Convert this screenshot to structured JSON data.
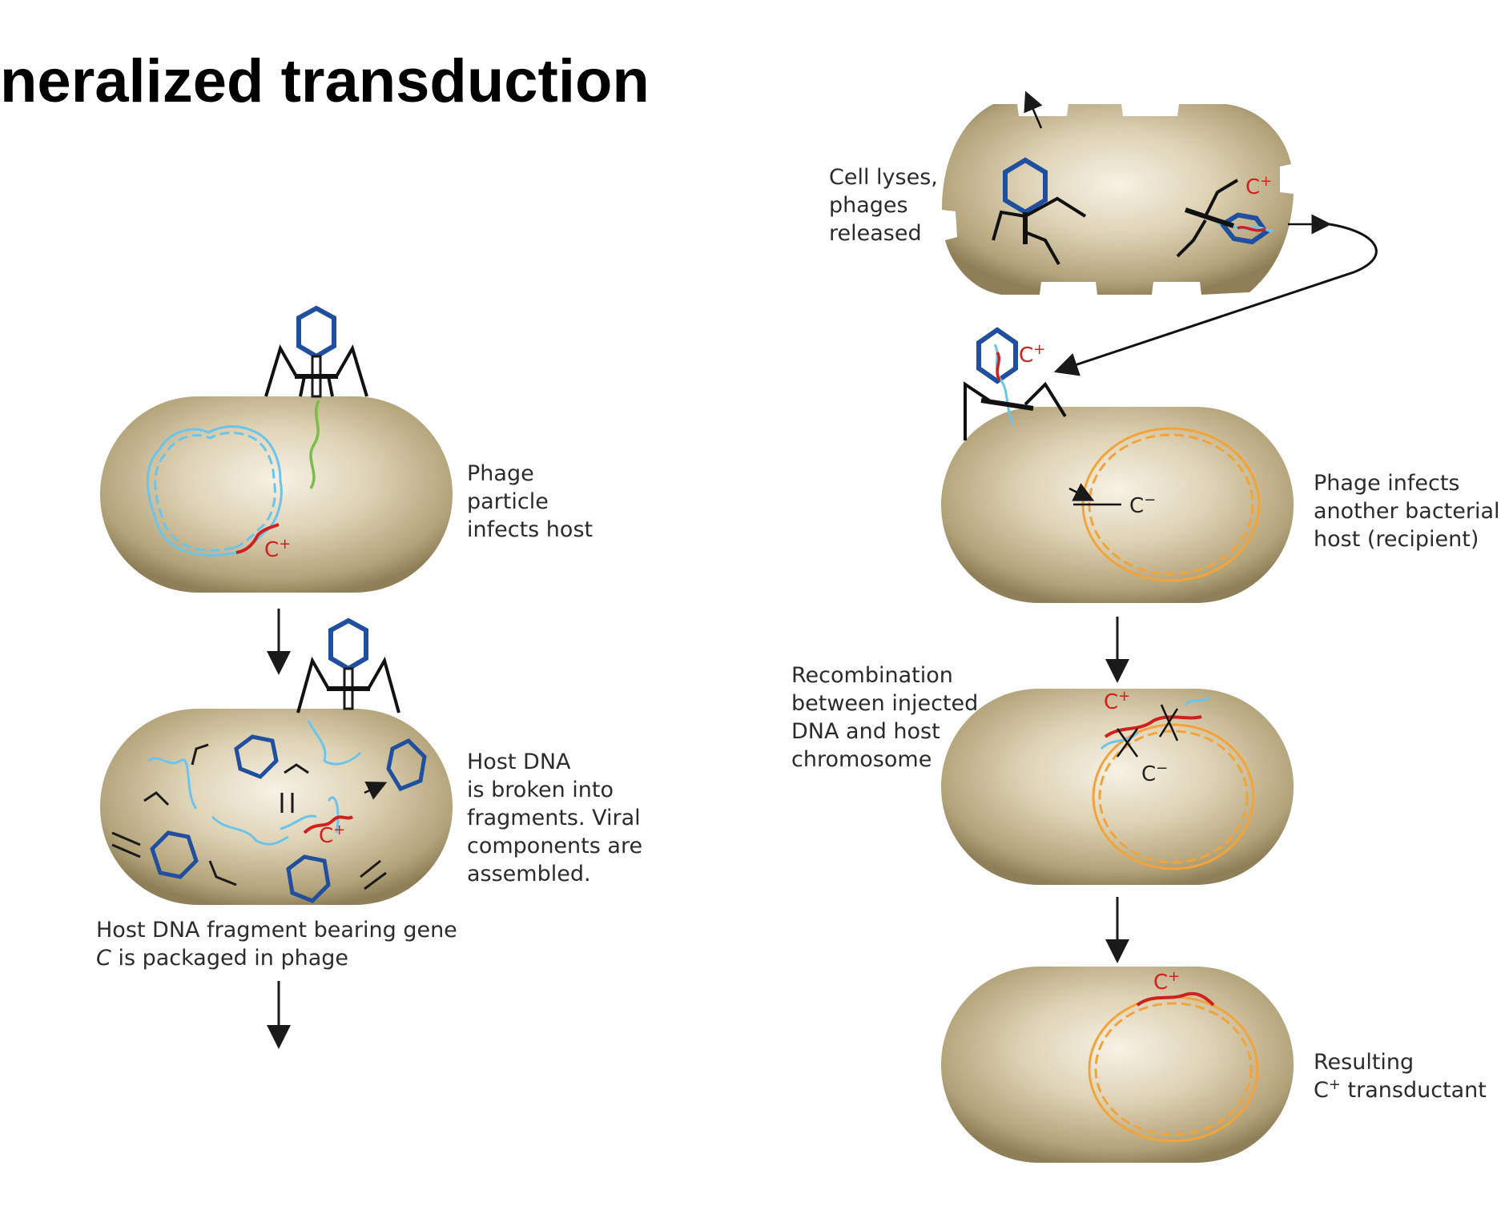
{
  "title": "neralized transduction",
  "labels": {
    "infects_host": [
      "Phage",
      "particle",
      "infects host"
    ],
    "broken": [
      "Host DNA",
      "is broken into",
      "fragments. Viral",
      "components are",
      "assembled."
    ],
    "packaged_line1": "Host DNA fragment bearing gene",
    "packaged_gene": "C",
    "packaged_rest": " is packaged in phage",
    "lyses": [
      "Cell lyses,",
      "phages",
      "released"
    ],
    "infects_another": [
      "Phage infects",
      "another bacterial",
      "host (recipient)"
    ],
    "recombination": [
      "Recombination",
      "between injected",
      "DNA and host",
      "chromosome"
    ],
    "resulting_line1": "Resulting",
    "resulting_gene": "C",
    "resulting_sup": "+",
    "resulting_rest": " transductant"
  },
  "gene_labels": {
    "c_plus": "C",
    "plus": "+",
    "c_minus": "C",
    "minus": "−"
  },
  "colors": {
    "cell": "#cdbd98",
    "phage_head": "#1f4f9e",
    "host_dna": "#6cc4ea",
    "gene_c_plus": "#d0201e",
    "recipient_dna": "#f2a33a",
    "phage_dna": "#7bbd4a"
  }
}
